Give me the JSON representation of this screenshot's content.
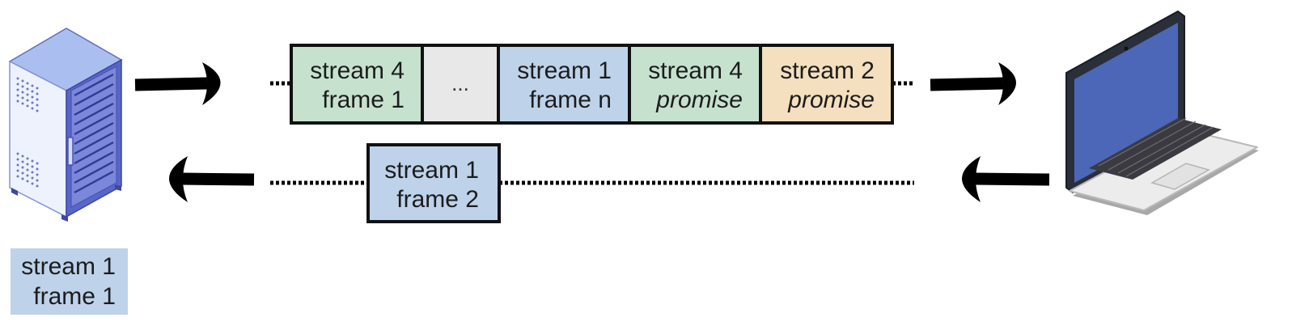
{
  "colors": {
    "green": "#c6e2cf",
    "gray": "#e8e8e8",
    "blue": "#bed2ea",
    "tan": "#f4dfbe",
    "border": "#111111",
    "arrow": "#000000",
    "text": "#1c1c1c"
  },
  "server": {
    "icon": "server-rack-icon"
  },
  "client": {
    "icon": "laptop-icon"
  },
  "outgoing_frames": [
    {
      "id": "stream-4-frame-1",
      "line1": "stream 4",
      "line2": "frame 1",
      "italic_second": false,
      "color": "green"
    },
    {
      "id": "ellipsis",
      "line1": "...",
      "line2": "",
      "italic_second": false,
      "color": "gray"
    },
    {
      "id": "stream-1-frame-n",
      "line1": "stream 1",
      "line2": "frame n",
      "italic_second": false,
      "color": "blue"
    },
    {
      "id": "stream-4-promise",
      "line1": "stream 4",
      "line2": "promise",
      "italic_second": true,
      "color": "green"
    },
    {
      "id": "stream-2-promise",
      "line1": "stream 2",
      "line2": "promise",
      "italic_second": true,
      "color": "tan"
    }
  ],
  "incoming_frame": {
    "line1": "stream 1",
    "line2": "frame 2",
    "color": "blue"
  },
  "pending_frame": {
    "line1": "stream 1",
    "line2": "frame 1",
    "color": "blue"
  }
}
